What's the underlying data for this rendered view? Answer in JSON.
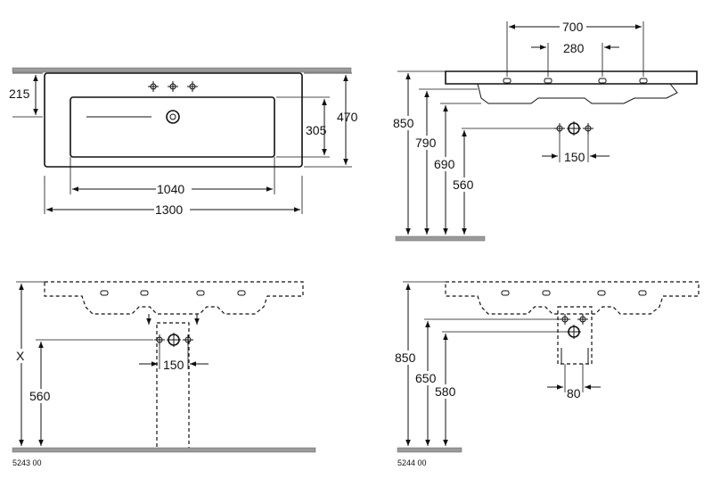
{
  "top_view": {
    "dims": {
      "height_left": "215",
      "inner_height": "305",
      "outer_height": "470",
      "inner_width": "1040",
      "outer_width": "1300"
    }
  },
  "side_view": {
    "dims": {
      "width_top": "700",
      "hole_spacing": "280",
      "h850": "850",
      "h790": "790",
      "h690": "690",
      "h560": "560",
      "waste_spacing": "150"
    }
  },
  "front_view_a": {
    "dims": {
      "hx": "X",
      "h560": "560",
      "waste_spacing": "150"
    },
    "code": "5243 00"
  },
  "front_view_b": {
    "dims": {
      "h850": "850",
      "h650": "650",
      "h580": "580",
      "waste_spacing": "80"
    },
    "code": "5244 00"
  }
}
